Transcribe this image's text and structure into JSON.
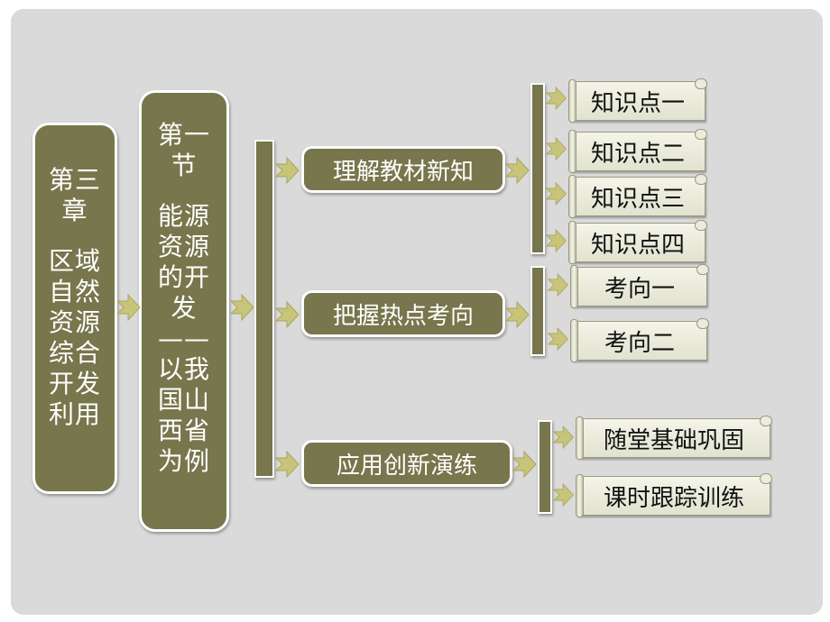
{
  "chapter": {
    "lines": [
      "第三",
      "章",
      "区域",
      "自然",
      "资源",
      "综合",
      "开发",
      "利用"
    ]
  },
  "section": {
    "lines": [
      "第一",
      "节",
      "能源",
      "资源",
      "的开",
      "发",
      "——",
      "以我",
      "国山",
      "西省",
      "为例"
    ]
  },
  "branches": [
    {
      "label": "理解教材新知",
      "items": [
        "知识点一",
        "知识点二",
        "知识点三",
        "知识点四"
      ]
    },
    {
      "label": "把握热点考向",
      "items": [
        "考向一",
        "考向二"
      ]
    },
    {
      "label": "应用创新演练",
      "items": [
        "随堂基础巩固",
        "课时跟踪训练"
      ]
    }
  ],
  "colors": {
    "box_fill": "#77764c",
    "arrow_fill": "#c8c57a",
    "slide_background": "#dadada",
    "scroll_fill": "#f0f0e2"
  }
}
